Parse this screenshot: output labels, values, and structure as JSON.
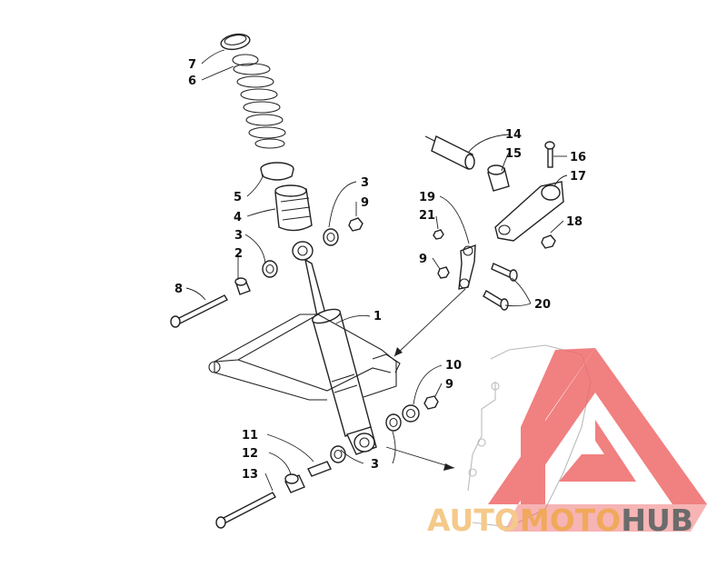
{
  "callouts": [
    {
      "id": "c7",
      "text": "7"
    },
    {
      "id": "c6",
      "text": "6"
    },
    {
      "id": "c5",
      "text": "5"
    },
    {
      "id": "c4",
      "text": "4"
    },
    {
      "id": "c3a",
      "text": "3"
    },
    {
      "id": "c9a",
      "text": "9"
    },
    {
      "id": "c3b",
      "text": "3"
    },
    {
      "id": "c2",
      "text": "2"
    },
    {
      "id": "c8",
      "text": "8"
    },
    {
      "id": "c1",
      "text": "1"
    },
    {
      "id": "c14",
      "text": "14"
    },
    {
      "id": "c15",
      "text": "15"
    },
    {
      "id": "c16",
      "text": "16"
    },
    {
      "id": "c17",
      "text": "17"
    },
    {
      "id": "c19",
      "text": "19"
    },
    {
      "id": "c21",
      "text": "21"
    },
    {
      "id": "c18",
      "text": "18"
    },
    {
      "id": "c9b",
      "text": "9"
    },
    {
      "id": "c20",
      "text": "20"
    },
    {
      "id": "c10",
      "text": "10"
    },
    {
      "id": "c9c",
      "text": "9"
    },
    {
      "id": "c11",
      "text": "11"
    },
    {
      "id": "c12",
      "text": "12"
    },
    {
      "id": "c13",
      "text": "13"
    },
    {
      "id": "c3c",
      "text": "3"
    }
  ],
  "watermark": {
    "part1": "AUTO",
    "part2": "MOTO",
    "part3": "HUB",
    "color_light": "#f5c98a",
    "color_red": "#ef6b6b",
    "color_gray": "#6b6b6b"
  }
}
